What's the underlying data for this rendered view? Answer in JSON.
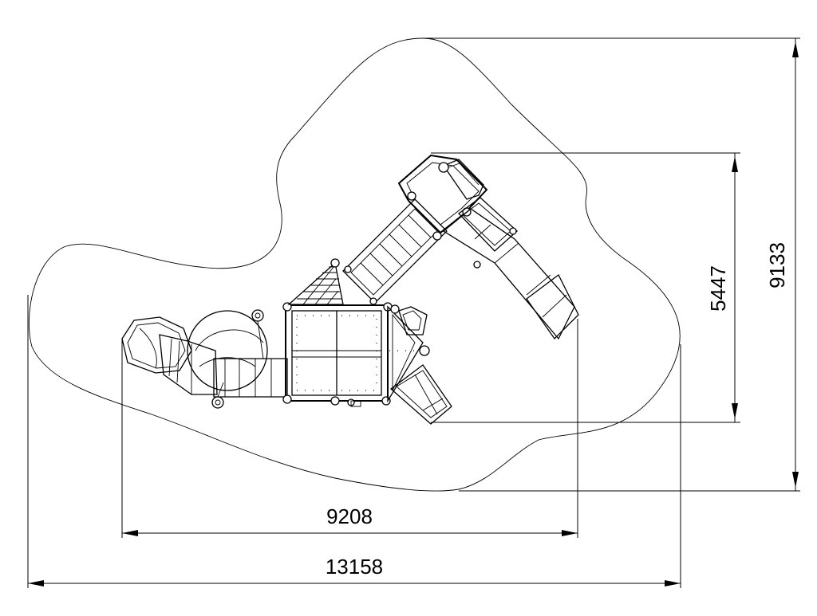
{
  "dimensions": {
    "total_width": "13158",
    "equipment_width": "9208",
    "total_height": "9133",
    "equipment_height": "5447"
  },
  "colors": {
    "line": "#000000",
    "background": "#ffffff"
  }
}
